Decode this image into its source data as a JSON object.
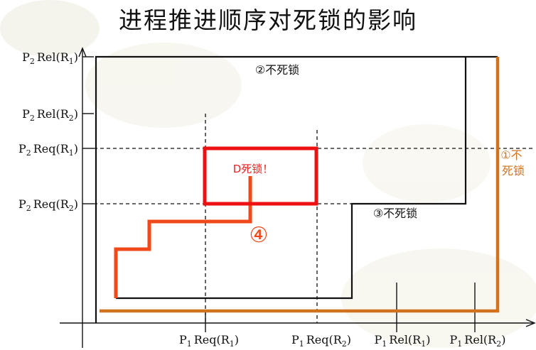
{
  "title": "进程推进顺序对死锁的影响",
  "y_axis_labels": [
    {
      "prefix": "P",
      "sub": "2",
      "text": "Rel(R",
      "rsub": "1",
      "close": ")"
    },
    {
      "prefix": "P",
      "sub": "2",
      "text": "Rel(R",
      "rsub": "2",
      "close": ")"
    },
    {
      "prefix": "P",
      "sub": "2",
      "text": "Req(R",
      "rsub": "1",
      "close": ")"
    },
    {
      "prefix": "P",
      "sub": "2",
      "text": "Req(R",
      "rsub": "2",
      "close": ")"
    }
  ],
  "x_axis_labels": [
    {
      "prefix": "P",
      "sub": "1",
      "text": "Req(R",
      "rsub": "1",
      "close": ")"
    },
    {
      "prefix": "P",
      "sub": "1",
      "text": "Req(R",
      "rsub": "2",
      "close": ")"
    },
    {
      "prefix": "P",
      "sub": "1",
      "text": "Rel(R",
      "rsub": "1",
      "close": ")"
    },
    {
      "prefix": "P",
      "sub": "1",
      "text": "Rel(R",
      "rsub": "2",
      "close": ")"
    }
  ],
  "path_labels": {
    "path1": "①不死锁",
    "path2": "②不死锁",
    "path3": "③不死锁",
    "path4": "④",
    "deadlock": "D死锁！"
  },
  "colors": {
    "path1": "#d0721e",
    "path4": "#f04a1a",
    "deadlock_box": "#ee1111",
    "deadlock_text": "#ee2222",
    "ink": "#111111"
  }
}
